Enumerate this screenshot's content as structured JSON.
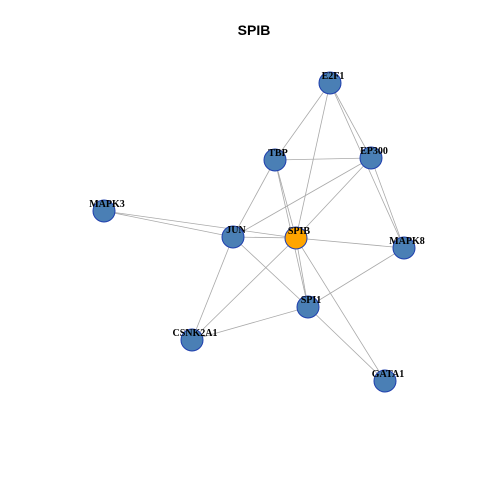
{
  "title": "SPIB",
  "colors": {
    "node_fill": "#4a7fb5",
    "node_stroke": "#1f3fae",
    "focus_fill": "#ffa500",
    "edge": "#a9a9a9"
  },
  "nodes": [
    {
      "id": "E2F1",
      "label": "E2F1",
      "focus": false
    },
    {
      "id": "TBP",
      "label": "TBP",
      "focus": false
    },
    {
      "id": "EP300",
      "label": "EP300",
      "focus": false
    },
    {
      "id": "MAPK3",
      "label": "MAPK3",
      "focus": false
    },
    {
      "id": "JUN",
      "label": "JUN",
      "focus": false
    },
    {
      "id": "SPIB",
      "label": "SPIB",
      "focus": true
    },
    {
      "id": "MAPK8",
      "label": "MAPK8",
      "focus": false
    },
    {
      "id": "SPI1",
      "label": "SPI1",
      "focus": false
    },
    {
      "id": "CSNK2A1",
      "label": "CSNK2A1",
      "focus": false
    },
    {
      "id": "GATA1",
      "label": "GATA1",
      "focus": false
    }
  ],
  "edges": [
    [
      "E2F1",
      "TBP"
    ],
    [
      "E2F1",
      "EP300"
    ],
    [
      "E2F1",
      "SPIB"
    ],
    [
      "E2F1",
      "MAPK8"
    ],
    [
      "TBP",
      "EP300"
    ],
    [
      "TBP",
      "JUN"
    ],
    [
      "TBP",
      "SPIB"
    ],
    [
      "TBP",
      "SPI1"
    ],
    [
      "EP300",
      "JUN"
    ],
    [
      "EP300",
      "SPIB"
    ],
    [
      "EP300",
      "MAPK8"
    ],
    [
      "MAPK3",
      "JUN"
    ],
    [
      "MAPK3",
      "SPIB"
    ],
    [
      "JUN",
      "SPIB"
    ],
    [
      "JUN",
      "SPI1"
    ],
    [
      "JUN",
      "CSNK2A1"
    ],
    [
      "SPIB",
      "MAPK8"
    ],
    [
      "SPIB",
      "SPI1"
    ],
    [
      "SPIB",
      "CSNK2A1"
    ],
    [
      "SPIB",
      "GATA1"
    ],
    [
      "MAPK8",
      "SPI1"
    ],
    [
      "SPI1",
      "CSNK2A1"
    ],
    [
      "SPI1",
      "GATA1"
    ]
  ]
}
